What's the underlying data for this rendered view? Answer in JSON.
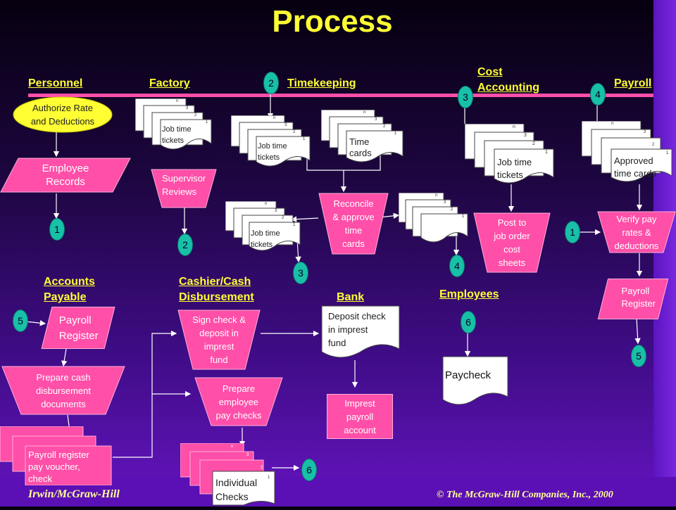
{
  "title": "Process",
  "headers": {
    "personnel": "Personnel",
    "factory": "Factory",
    "timekeeping": "Timekeeping",
    "cost_accounting": "Cost\nAccounting",
    "payroll": "Payroll",
    "accounts_payable": "Accounts\nPayable",
    "cashier": "Cashier/Cash\nDisbursement",
    "bank": "Bank",
    "employees": "Employees"
  },
  "nodes": {
    "authorize": "Authorize Rate\nand Deductions",
    "employee_records": "Employee\nRecords",
    "job_time_tickets": "Job time\ntickets",
    "supervisor": "Supervisor\nReviews",
    "time_cards": "Time\ncards",
    "reconcile": "Reconcile\n& approve\ntime\ncards",
    "job_time_tickets_cost": "Job time\ntickets",
    "post": "Post to\njob order\ncost\nsheets",
    "approved": "Approved\ntime cards",
    "verify": "Verify pay\nrates &\ndeductions",
    "payroll_register_pr": "Payroll\nRegister",
    "payroll_register_ap": "Payroll\nRegister",
    "prepare_cash": "Prepare cash\ndisbursement\ndocuments",
    "voucher": "Payroll register\npay voucher,\ncheck",
    "sign_check": "Sign check &\ndeposit in\nimprest\nfund",
    "prepare_checks": "Prepare\nemployee\npay checks",
    "individual": "Individual\nChecks",
    "deposit": "Deposit check\nin imprest\nfund",
    "imprest": "Imprest\npayroll\naccount",
    "paycheck": "Paycheck"
  },
  "stack_numbers": [
    "n",
    "3",
    "2",
    "1"
  ],
  "connectors": {
    "c1a": "1",
    "c2a": "2",
    "c2b": "2",
    "c3a": "3",
    "c3b": "3",
    "c4a": "4",
    "c4b": "4",
    "c1b": "1",
    "c5a": "5",
    "c5b": "5",
    "c6a": "6",
    "c6b": "6"
  },
  "footer": {
    "left": "Irwin/McGraw-Hill",
    "right": "© The McGraw-Hill Companies, Inc., 2000"
  },
  "colors": {
    "accent": "#ff4fa8",
    "heading": "#ffff33",
    "connector": "#18c0a8"
  }
}
